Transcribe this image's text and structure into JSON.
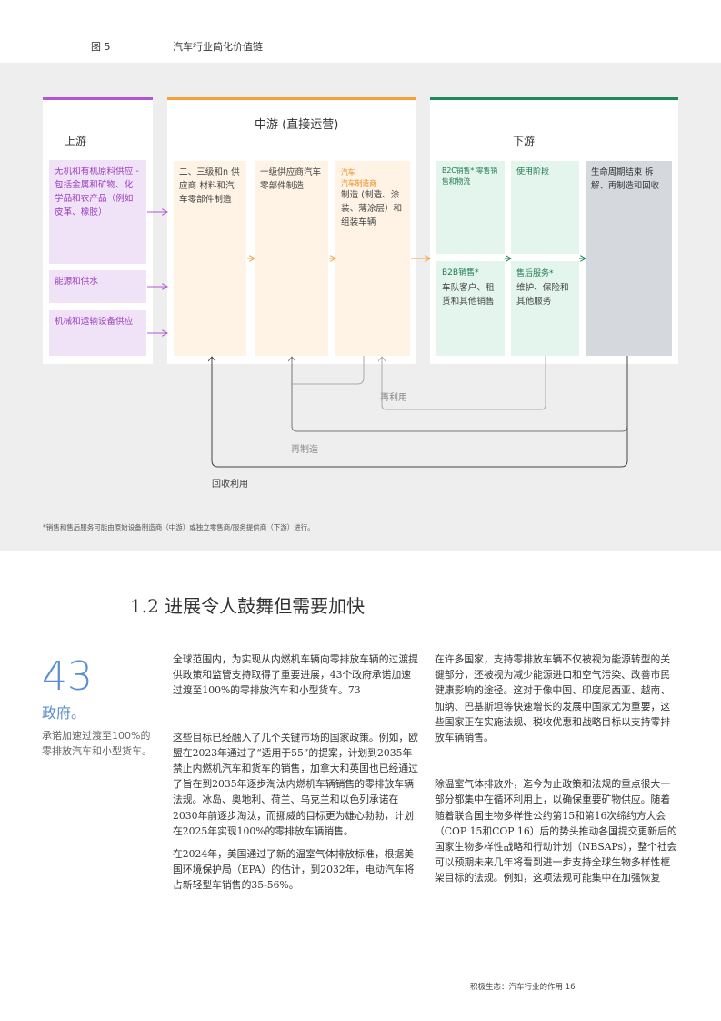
{
  "header": {
    "figure_label": "图 5",
    "figure_title": "汽车行业简化价值链"
  },
  "diagram": {
    "upstream": {
      "title": "上游",
      "items": [
        "无机和有机原料供应 - 包括金属和矿物、化学品和农产品（例如皮革、橡胶）",
        "能源和供水",
        "机械和运输设备供应"
      ]
    },
    "midstream": {
      "title": "中游 (直接运营)",
      "cells": [
        {
          "highlight": "",
          "text": "二、三级和n 供应商 材料和汽车零部件制造"
        },
        {
          "highlight": "",
          "text": "一级供应商汽车零部件制造"
        },
        {
          "highlight": "汽车\n汽车制造商",
          "text": "制造 (制造、涂装、薄涂层）和组装车辆"
        }
      ]
    },
    "downstream": {
      "title": "下游",
      "b2c": "B2C销售* 零售销售和物流",
      "use_phase": "使用阶段",
      "b2b_title": "B2B销售*",
      "b2b_text": "车队客户、租赁和其他销售",
      "after_sales_title": "售后服务*",
      "after_sales_text": "维护、保险和其他服务",
      "end_of_life": "生命周期结束 拆解、再制造和回收"
    },
    "loops": {
      "reuse": "再利用",
      "remanufacture": "再制造",
      "recycle": "回收利用"
    },
    "colors": {
      "upstream": "#b455d6",
      "midstream": "#f5a03a",
      "downstream": "#1e8a5a",
      "upstream_fill": "#f1e3f7",
      "mid_fill": "#fef3e4",
      "down_fill": "#e3f5ec",
      "eol_fill": "#d5d9dd"
    },
    "footnote": "*销售和售后服务可能由原始设备制造商（中游）或独立零售商/服务提供商（下游）进行。"
  },
  "section": {
    "heading": "1.2 进展令人鼓舞但需要加快",
    "stat": {
      "number": "43",
      "unit": "政府。",
      "desc": "承诺加速过渡至100%的零排放汽车和小型货车。"
    },
    "col1": [
      "全球范围内，为实现从内燃机车辆向零排放车辆的过渡提供政策和监管支持取得了重要进展，43个政府承诺加速过渡至100%的零排放汽车和小型货车。73",
      "这些目标已经融入了几个关键市场的国家政策。例如，欧盟在2023年通过了“适用于55”的提案，计划到2035年禁止内燃机汽车和货车的销售，加拿大和英国也已经通过了旨在到2035年逐步淘汰内燃机车辆销售的零排放车辆法规。冰岛、奥地利、荷兰、乌克兰和以色列承诺在2030年前逐步淘汰，而挪威的目标更为雄心勃勃，计划在2025年实现100%的零排放车辆销售。",
      "在2024年，美国通过了新的温室气体排放标准，根据美国环境保护局（EPA）的估计，到2032年，电动汽车将占新轻型车销售的35-56%。"
    ],
    "col2": [
      "在许多国家，支持零排放车辆不仅被视为能源转型的关键部分，还被视为减少能源进口和空气污染、改善市民健康影响的途径。这对于像中国、印度尼西亚、越南、加纳、巴基斯坦等快速增长的发展中国家尤为重要，这些国家正在实施法规、税收优惠和战略目标以支持零排放车辆销售。",
      "除温室气体排放外，迄今为止政策和法规的重点很大一部分都集中在循环利用上，以确保重要矿物供应。随着随着联合国生物多样性公约第15和第16次缔约方大会（COP 15和COP 16）后的势头推动各国提交更新后的国家生物多样性战略和行动计划（NBSAPs），整个社会可以预期未来几年将看到进一步支持全球生物多样性框架目标的法规。例如，这项法规可能集中在加强恢复"
    ]
  },
  "footer": {
    "text": "积极生态：汽车行业的作用 16"
  }
}
